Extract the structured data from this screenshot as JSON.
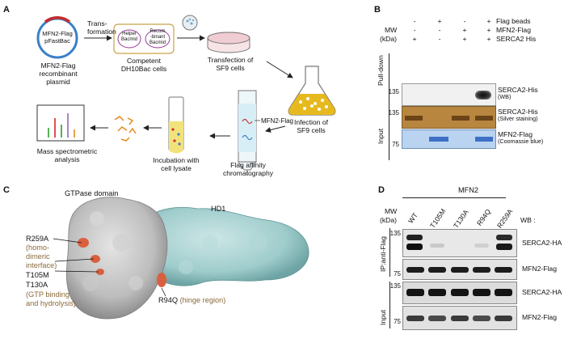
{
  "panels": {
    "a": "A",
    "b": "B",
    "c": "C",
    "d": "D"
  },
  "panel_a": {
    "plasmid_top": "MFN2-Flag",
    "plasmid_bottom": "pFastBac",
    "plasmid_caption": [
      "MFN2-Flag",
      "recombinant",
      "plasmid"
    ],
    "transformation": [
      "Trans-",
      "formation"
    ],
    "cell_labels": [
      "Helper",
      "Bacmid",
      "Recom",
      "-binant",
      "Bacmid"
    ],
    "competent": [
      "Competent",
      "DH10Bac cells"
    ],
    "transfection": [
      "Transfection of",
      "SF9 cells"
    ],
    "infection": [
      "Infection of",
      "SF9 cells"
    ],
    "mfn2_flag": "MFN2-Flag",
    "flag_affinity": [
      "Flag affinity",
      "chromatography"
    ],
    "incubation": [
      "Incubation with",
      "cell lysate"
    ],
    "mass_spec": [
      "Mass spectrometric",
      "analysis"
    ]
  },
  "panel_b": {
    "header_labels": [
      "Flag beads",
      "MFN2-Flag",
      "SERCA2 His"
    ],
    "mw": "MW",
    "kda": "(kDa)",
    "lanes": [
      [
        "-",
        "+",
        "-",
        "+"
      ],
      [
        "-",
        "-",
        "+",
        "+"
      ],
      [
        "+",
        "-",
        "+",
        "+"
      ]
    ],
    "pulldown": "Pull-down",
    "input": "Input",
    "mw_pulldown": "135",
    "mw_input_1": "135",
    "mw_input_2": "75",
    "band_labels": [
      {
        "main": "SERCA2-His",
        "sub": "(WB)"
      },
      {
        "main": "SERCA2-His",
        "sub": "(Silver staining)"
      },
      {
        "main": "MFN2-Flag",
        "sub": "(Coomassie blue)"
      }
    ]
  },
  "panel_c": {
    "gtpase_domain": "GTPase domain",
    "hd1": "HD1",
    "r259a": "R259A",
    "r259a_note": [
      "(homo-",
      "dimeric",
      "interface)"
    ],
    "t105m": "T105M",
    "t130a": "T130A",
    "t_note": [
      "(GTP binding",
      "and hydrolysis)"
    ],
    "r94q": "R94Q",
    "r94q_note": "(hinge region)"
  },
  "panel_d": {
    "mfn2": "MFN2",
    "mw": "MW",
    "kda": "(kDa)",
    "lanes": [
      "WT",
      "T105M",
      "T130A",
      "R94Q",
      "R259A"
    ],
    "wb": "WB :",
    "ip": "IP:anti-Flag",
    "input": "Input",
    "mw_ip_1": "135",
    "mw_ip_2": "75",
    "mw_in_1": "135",
    "mw_in_2": "75",
    "rows": [
      "SERCA2-HA",
      "MFN2-Flag",
      "SERCA2-HA",
      "MFN2-Flag"
    ]
  }
}
